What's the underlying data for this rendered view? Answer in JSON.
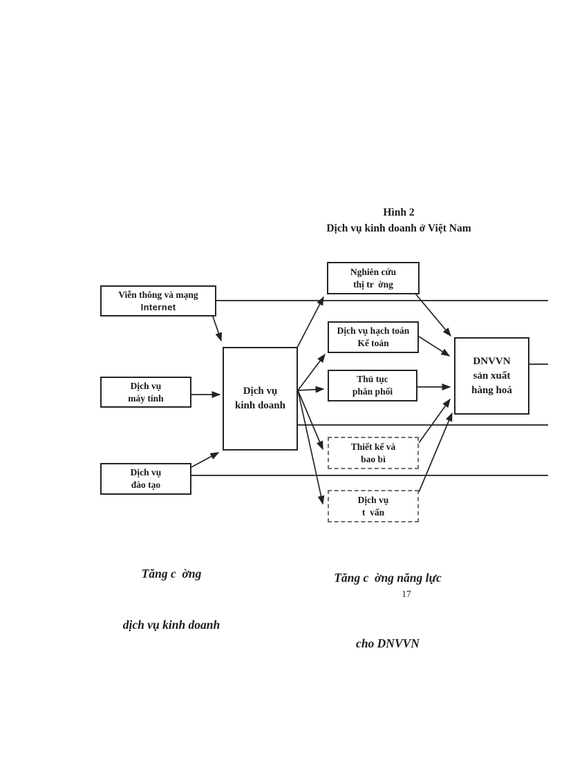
{
  "figure": {
    "title": "Hình 2",
    "subtitle": "Dịch vụ kinh doanh ở Việt Nam"
  },
  "boxes": {
    "telecom": {
      "line1": "Viễn thông và mạng",
      "line2": "Internet"
    },
    "computer": {
      "line1": "Dịch vụ",
      "line2": "máy tính"
    },
    "training": {
      "line1": "Dịch vụ",
      "line2": "đào tạo"
    },
    "business": {
      "line1": "Dịch vụ",
      "line2": "kinh doanh"
    },
    "market_research": {
      "line1": "Nghiên cứu",
      "line2": "thị tr  ờng"
    },
    "accounting": {
      "line1": "Dịch vụ hạch toán",
      "line2": "Kế toán"
    },
    "distribution": {
      "line1": "Thủ tục",
      "line2": "phân phối"
    },
    "packaging": {
      "line1": "Thiết kế và",
      "line2": "bao bì"
    },
    "consulting": {
      "line1": "Dịch vụ",
      "line2": "t  vấn"
    },
    "dnvvn": {
      "line1": "DNVVN",
      "line2": "sản xuất",
      "line3": "hàng hoá"
    }
  },
  "captions": {
    "left": {
      "line1": "Tăng c  ờng",
      "line2": "dịch vụ kinh doanh"
    },
    "right": {
      "line1": "Tăng c  ờng năng lực",
      "line2": "cho DNVVN"
    }
  },
  "page": {
    "number": "17"
  },
  "colors": {
    "ink": "#1b1b1b",
    "line": "#3a3a3a",
    "dashed_border": "#6e6e6e",
    "background": "#ffffff"
  }
}
